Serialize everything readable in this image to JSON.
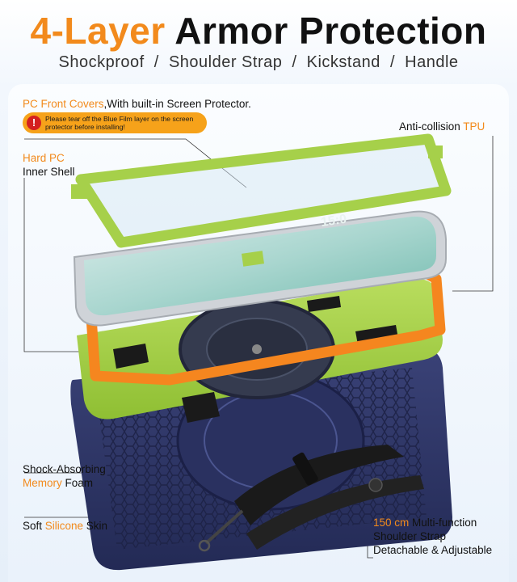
{
  "header": {
    "title_accent": "4-Layer",
    "title_rest": " Armor Protection",
    "subtitle": "Shockproof  /  Shoulder Strap  /  Kickstand  /  Handle"
  },
  "labels": {
    "front_covers_accent": "PC Front Covers",
    "front_covers_rest": ",With built-in Screen Protector.",
    "warning": "Please tear off the Blue Film layer on the screen protector before installing!",
    "hard_pc_accent": "Hard PC",
    "hard_pc_rest": "Inner Shell",
    "anti_collision_rest": "Anti-collision ",
    "anti_collision_accent": "TPU",
    "shock_line1": "Shock-Absorbing",
    "shock_accent": "Memory",
    "shock_rest": " Foam",
    "soft_rest1": "Soft ",
    "soft_accent": "Silicone",
    "soft_rest2": " Skin",
    "strap_accent": "150 cm",
    "strap_rest": " Multi-function",
    "strap_line2": "Shoulder Strap",
    "strap_line3": "Detachable & Adjustable"
  },
  "screen": {
    "clock": "15:0"
  },
  "colors": {
    "accent": "#f28a1c",
    "lime": "#a6d04a",
    "navy": "#2d3566",
    "orange_tpu": "#f5861f"
  },
  "icons": {
    "warning": "exclamation-icon"
  }
}
